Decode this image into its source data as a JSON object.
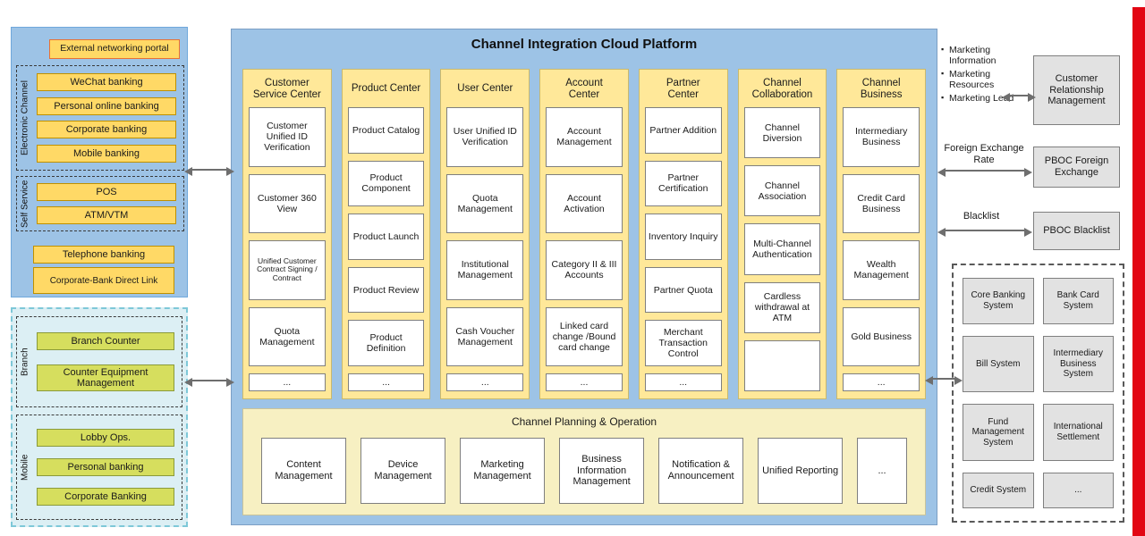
{
  "left": {
    "portal": "External networking portal",
    "electronic": {
      "label": "Electronic Channel",
      "items": [
        "WeChat banking",
        "Personal online banking",
        "Corporate banking",
        "Mobile banking"
      ]
    },
    "self_service": {
      "label": "Self Service",
      "items": [
        "POS",
        "ATM/VTM"
      ]
    },
    "telephone": "Telephone banking",
    "direct_link": "Corporate-Bank Direct Link",
    "branch": {
      "label": "Branch",
      "items": [
        "Branch Counter",
        "Counter Equipment Management"
      ]
    },
    "mobile": {
      "label": "Mobile",
      "items": [
        "Lobby Ops.",
        "Personal banking",
        "Corporate Banking"
      ]
    }
  },
  "platform": {
    "title": "Channel Integration Cloud Platform",
    "columns": [
      {
        "title": "Customer\nService Center",
        "items": [
          "Customer Unified ID Verification",
          "Customer 360 View",
          "Unified Customer Contract Signing  /  Contract",
          "Quota Management",
          "..."
        ]
      },
      {
        "title": "Product Center",
        "items": [
          "Product Catalog",
          "Product Component",
          "Product Launch",
          "Product Review",
          "Product Definition",
          "..."
        ]
      },
      {
        "title": "User Center",
        "items": [
          "User Unified ID Verification",
          "Quota Management",
          "Institutional Management",
          "Cash Voucher Management",
          "..."
        ]
      },
      {
        "title": "Account\nCenter",
        "items": [
          "Account Management",
          "Account Activation",
          "Category II & III Accounts",
          "Linked card change /Bound card change",
          "..."
        ]
      },
      {
        "title": "Partner\nCenter",
        "items": [
          "Partner Addition",
          "Partner Certification",
          "Inventory Inquiry",
          "Partner Quota",
          "Merchant Transaction Control",
          "..."
        ]
      },
      {
        "title": "Channel\nCollaboration",
        "items": [
          "Channel Diversion",
          "Channel Association",
          "Multi-Channel Authentication",
          "Cardless withdrawal at ATM",
          ""
        ]
      },
      {
        "title": "Channel\nBusiness",
        "items": [
          "Intermediary Business",
          "Credit Card Business",
          "Wealth Management",
          "Gold Business",
          "..."
        ]
      }
    ],
    "planning": {
      "title": "Channel Planning & Operation",
      "items": [
        "Content Management",
        "Device Management",
        "Marketing Management",
        "Business Information Management",
        "Notification & Announcement",
        "Unified Reporting",
        "..."
      ]
    }
  },
  "right": {
    "marketing_bullets": [
      "Marketing Information",
      "Marketing Resources",
      "Marketing Lead"
    ],
    "crm": "Customer Relationship Management",
    "fx_label": "Foreign Exchange Rate",
    "fx_box": "PBOC Foreign Exchange",
    "blacklist_label": "Blacklist",
    "blacklist_box": "PBOC Blacklist",
    "systems": [
      "Core Banking System",
      "Bank Card System",
      "Bill System",
      "Intermediary Business System",
      "Fund Management System",
      "International Settlement",
      "Credit System",
      "..."
    ]
  },
  "colors": {
    "platform_blue": "#9DC3E6",
    "column_yellow": "#FFE899",
    "item_yellow": "#FFD966",
    "item_green": "#D6DE5E",
    "planning_yellow": "#F7F0C2",
    "system_gray": "#E2E2E2",
    "accent_red": "#E20613"
  }
}
